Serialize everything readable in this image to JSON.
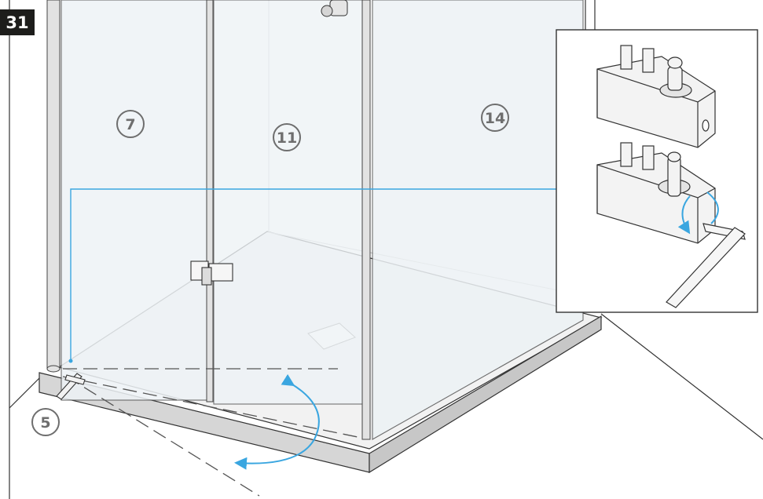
{
  "step": {
    "number": "31"
  },
  "callouts": [
    {
      "id": "part-7",
      "label": "7"
    },
    {
      "id": "part-11",
      "label": "11"
    },
    {
      "id": "part-14",
      "label": "14"
    },
    {
      "id": "part-5",
      "label": "5"
    }
  ],
  "colors": {
    "guide_line": "#3aa6e0",
    "rotation_arrow": "#3aa6e0",
    "outline": "#333333",
    "glass": "#ecf1f4",
    "tray_edge": "#d6d6d6",
    "callout": "#6e6e6e",
    "badge": "#1d1d1b"
  },
  "icons": [
    "hex-key-icon",
    "rotation-arrow-icon",
    "hinge-icon",
    "bracket-icon"
  ]
}
